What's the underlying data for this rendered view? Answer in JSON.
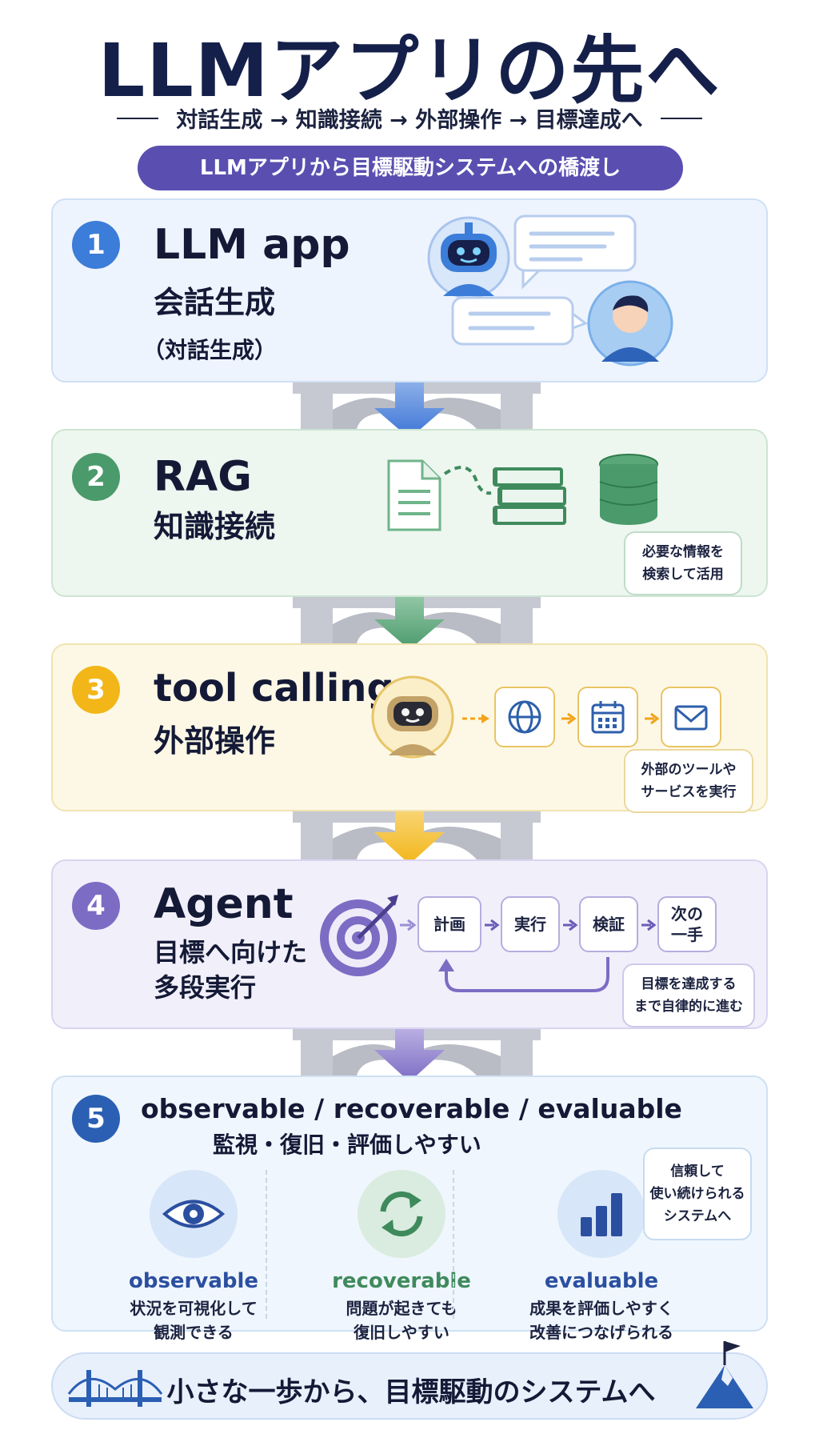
{
  "header": {
    "title": "LLMアプリの先へ",
    "subtitle": "対話生成 → 知識接続 → 外部操作 → 目標達成へ",
    "banner": "LLMアプリから目標駆動システムへの橋渡し"
  },
  "colors": {
    "navy": "#15204a",
    "step1": "#3b7dd8",
    "step2": "#4a9a6c",
    "step3": "#f2b619",
    "step4": "#7d6cc4",
    "step5": "#2b5fb3",
    "banner": "#5a4fb0"
  },
  "steps": [
    {
      "number": "1",
      "title_en": "LLM app",
      "title_ja": "会話生成",
      "note": "（対話生成）"
    },
    {
      "number": "2",
      "title_en": "RAG",
      "title_ja": "知識接続",
      "bubble_lines": [
        "必要な情報を",
        "検索して活用"
      ]
    },
    {
      "number": "3",
      "title_en": "tool calling",
      "title_ja": "外部操作",
      "bubble_lines": [
        "外部のツールや",
        "サービスを実行"
      ]
    },
    {
      "number": "4",
      "title_en": "Agent",
      "title_ja_lines": [
        "目標へ向けた",
        "多段実行"
      ],
      "flow": [
        "計画",
        "実行",
        "検証",
        "次の一手"
      ],
      "flow_last_lines": [
        "次の",
        "一手"
      ],
      "bubble_lines": [
        "目標を達成する",
        "まで自律的に進む"
      ]
    },
    {
      "number": "5",
      "title_en": "observable / recoverable / evaluable",
      "title_ja": "監視・復旧・評価しやすい",
      "bubble_lines": [
        "信頼して",
        "使い続けられる",
        "システムへ"
      ],
      "items": [
        {
          "name": "observable",
          "icon": "eye-icon",
          "color": "#2b4fa0",
          "desc_lines": [
            "状況を可視化して",
            "観測できる"
          ]
        },
        {
          "name": "recoverable",
          "icon": "refresh-icon",
          "color": "#3f8a5c",
          "desc_lines": [
            "問題が起きても",
            "復旧しやすい"
          ]
        },
        {
          "name": "evaluable",
          "icon": "bar-chart-icon",
          "color": "#2b4fa0",
          "desc_lines": [
            "成果を評価しやすく",
            "改善につなげられる"
          ]
        }
      ]
    }
  ],
  "footer": {
    "text": "小さな一歩から、目標駆動のシステムへ"
  }
}
